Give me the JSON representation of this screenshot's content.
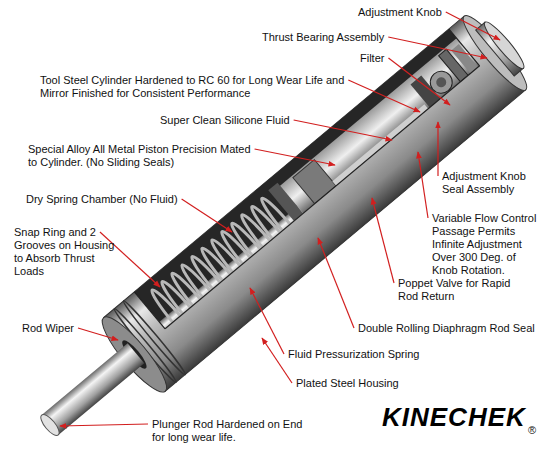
{
  "diagram": {
    "labels": [
      "Adjustment Knob",
      "Thrust Bearing Assembly",
      "Filter",
      "Tool Steel Cylinder Hardened to RC 60 for Long Wear Life and Mirror Finished for Consistent Performance",
      "Super Clean Silicone Fluid",
      "Special Alloy All Metal Piston Precision Mated to Cylinder. (No Sliding Seals)",
      "Adjustment Knob Seal Assembly",
      "Dry Spring Chamber (No Fluid)",
      "Variable Flow Control Passage Permits Infinite Adjustment Over 300 Deg. of Knob Rotation.",
      "Snap Ring and 2 Grooves on Housing to Absorb Thrust Loads",
      "Poppet Valve for Rapid Rod Return",
      "Rod Wiper",
      "Double Rolling Diaphragm Rod Seal",
      "Fluid Pressurization Spring",
      "Plated Steel Housing",
      "Plunger Rod Hardened on End for long wear life.",
      "KINECHEK",
      "®"
    ]
  }
}
